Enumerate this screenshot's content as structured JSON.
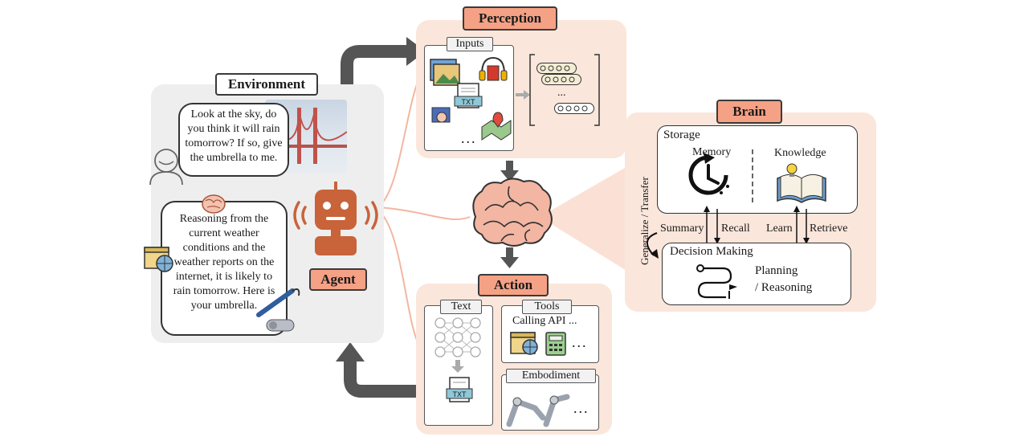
{
  "environment": {
    "title": "Environment",
    "human_speech": "Look at the sky, do you think it will rain tomorrow? If so, give the umbrella to me.",
    "agent_speech": "Reasoning from the current weather conditions and the weather reports on the internet, it is likely to rain tomorrow. Here is your umbrella."
  },
  "agent": {
    "label": "Agent"
  },
  "perception": {
    "title": "Perception",
    "inputs_label": "Inputs",
    "txt_icon_label": "TXT",
    "ellipsis": "...",
    "token_ellipsis": "..."
  },
  "action": {
    "title": "Action",
    "text_label": "Text",
    "txt_icon_label": "TXT",
    "tools_label": "Tools",
    "calling_api": "Calling API ...",
    "tools_ellipsis": "...",
    "embodiment_label": "Embodiment",
    "embodiment_ellipsis": "..."
  },
  "brain": {
    "title": "Brain",
    "storage_label": "Storage",
    "memory_label": "Memory",
    "knowledge_label": "Knowledge",
    "summary_label": "Summary",
    "recall_label": "Recall",
    "learn_label": "Learn",
    "retrieve_label": "Retrieve",
    "decision_label": "Decision Making",
    "planning_label": "Planning",
    "reasoning_label": "/ Reasoning",
    "generalize_label": "Generalize / Transfer"
  },
  "colors": {
    "panel_peach": "#fbe6db",
    "title_orange": "#f5a185",
    "agent_orange": "#c8633a",
    "connector": "#f2b7a1",
    "arrow_gray": "#555555"
  }
}
